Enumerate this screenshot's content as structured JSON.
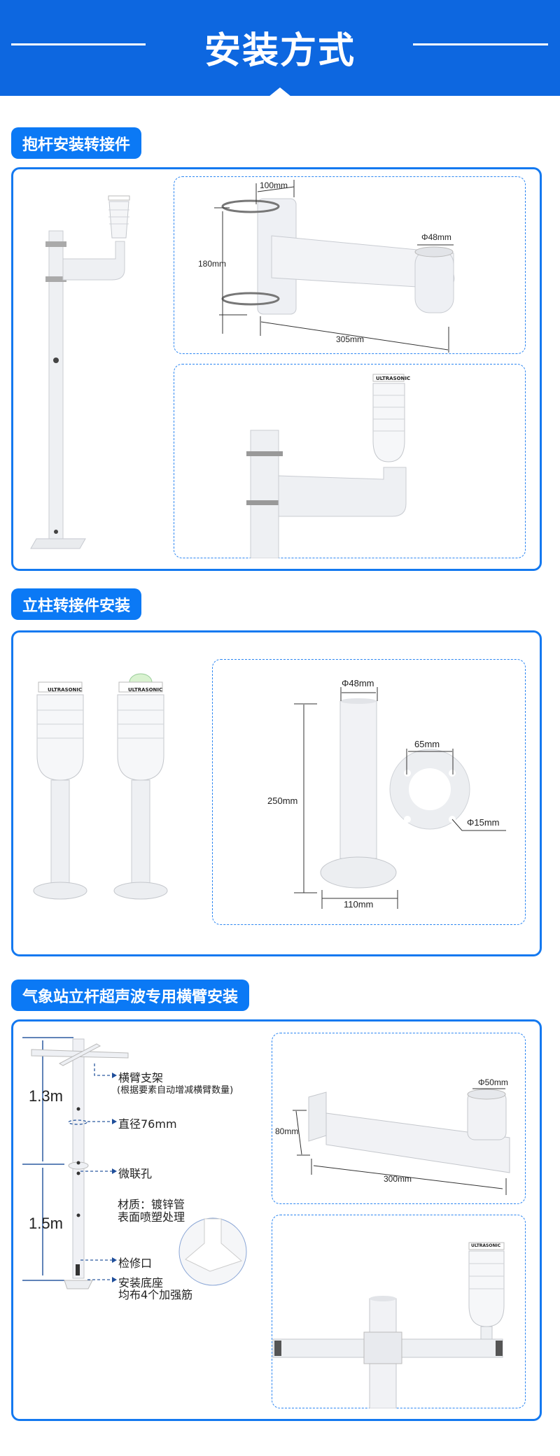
{
  "banner": {
    "title": "安装方式"
  },
  "sections": [
    {
      "title": "抱杆安装转接件",
      "dims": {
        "width": "100mm",
        "height": "180mm",
        "length": "305mm",
        "diameter": "Φ48mm"
      },
      "brand": "ULTRASONIC"
    },
    {
      "title": "立柱转接件安装",
      "brand": "ULTRASONIC",
      "dims": {
        "diameter": "Φ48mm",
        "height": "250mm",
        "base": "110mm",
        "hole_spacing": "65mm",
        "hole_diameter": "Φ15mm"
      }
    },
    {
      "title": "气象站立杆超声波专用横臂安装",
      "heights": {
        "upper": "1.3m",
        "lower": "1.5m"
      },
      "annotations": {
        "crossarm": "横臂支架",
        "crossarm_note": "(根据要素自动增减横臂数量)",
        "diameter": "直径76mm",
        "joint": "微联孔",
        "material_1": "材质：镀锌管",
        "material_2": "表面喷塑处理",
        "service": "检修口",
        "base_1": "安装底座",
        "base_2": "均布4个加强筋"
      },
      "dims": {
        "diameter": "Φ50mm",
        "height": "80mm",
        "length": "300mm"
      },
      "brand": "ULTRASONIC"
    }
  ]
}
